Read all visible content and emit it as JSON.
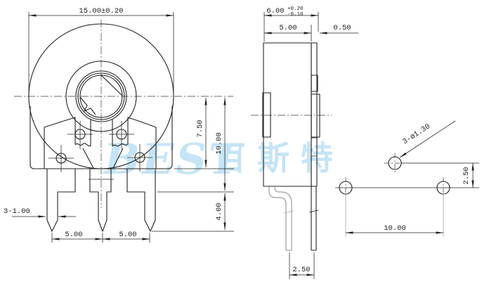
{
  "drawing": {
    "front_view": {
      "overall_diameter": "15.00±0.20",
      "center_to_body_bottom": "7.50",
      "center_to_pin_shoulder": "10.00",
      "shoulder_to_pin_tip": "4.00",
      "pin_width_callout": "3-1.00",
      "pin_pitch_left": "5.00",
      "pin_pitch_right": "5.00"
    },
    "side_view": {
      "overall_depth": "6.00",
      "depth_tol_plus": "+0.20",
      "depth_tol_minus": "-0.10",
      "body_depth": "5.00",
      "cover_thickness": "0.50",
      "pin_bend_offset": "2.50"
    },
    "pcb_layout": {
      "hole_callout": "3-ø1.30",
      "row_offset": "2.50",
      "hole_pitch": "10.00"
    }
  },
  "watermark": {
    "brand_latin": "BEST",
    "brand_cjk": "百斯特",
    "color": "#b7def4"
  },
  "colors": {
    "line": "#222222",
    "auxiliary_gray": "#9c9c9c",
    "background": "#ffffff"
  }
}
